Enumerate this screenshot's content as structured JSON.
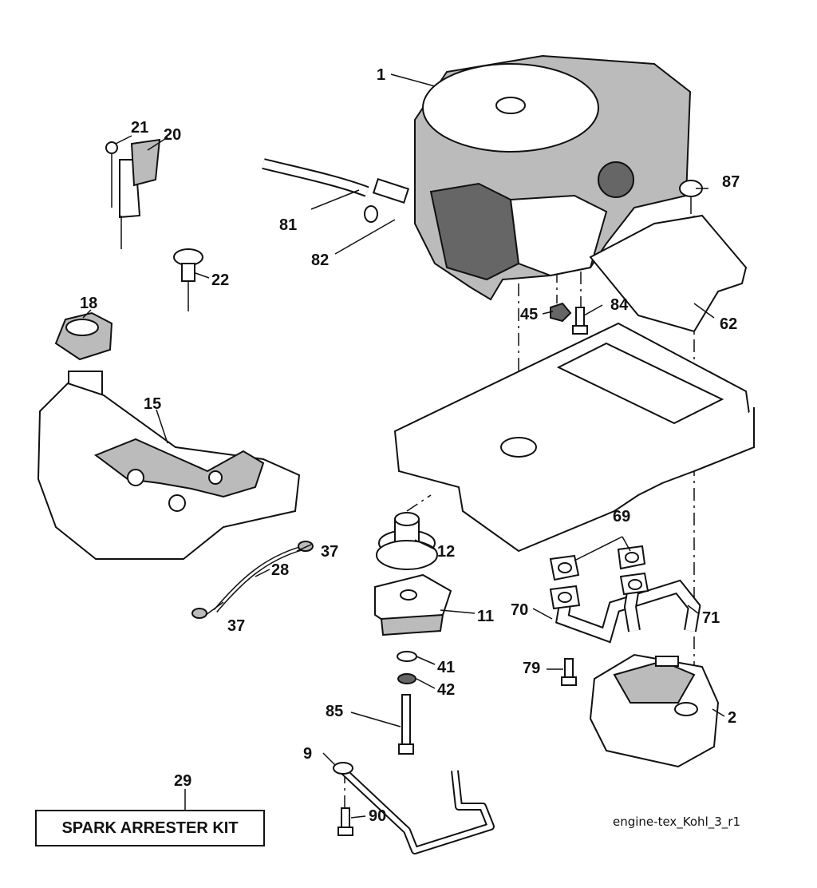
{
  "callouts": {
    "engine": "1",
    "muffler": "2",
    "muffler_brace": "9",
    "pto_clutch": "11",
    "pulley": "12",
    "fuel_tank": "15",
    "fuel_cap": "18",
    "choke_cable": "20",
    "screw_21": "21",
    "knob_22": "22",
    "fuel_line": "28",
    "spark_kit": "29",
    "hose_clamp_top": "37",
    "hose_clamp_bottom": "37",
    "washer_41": "41",
    "washer_42": "42",
    "nut_45": "45",
    "heat_shield": "62",
    "gasket": "69",
    "exhaust_left": "70",
    "exhaust_right": "71",
    "bolt_79": "79",
    "hose_81": "81",
    "filter_82": "82",
    "bolt_84": "84",
    "bolt_85": "85",
    "knob_87": "87",
    "bolt_90": "90"
  },
  "spark_arrester_kit": "SPARK ARRESTER KIT",
  "file_id": "engine-tex_Kohl_3_r1"
}
